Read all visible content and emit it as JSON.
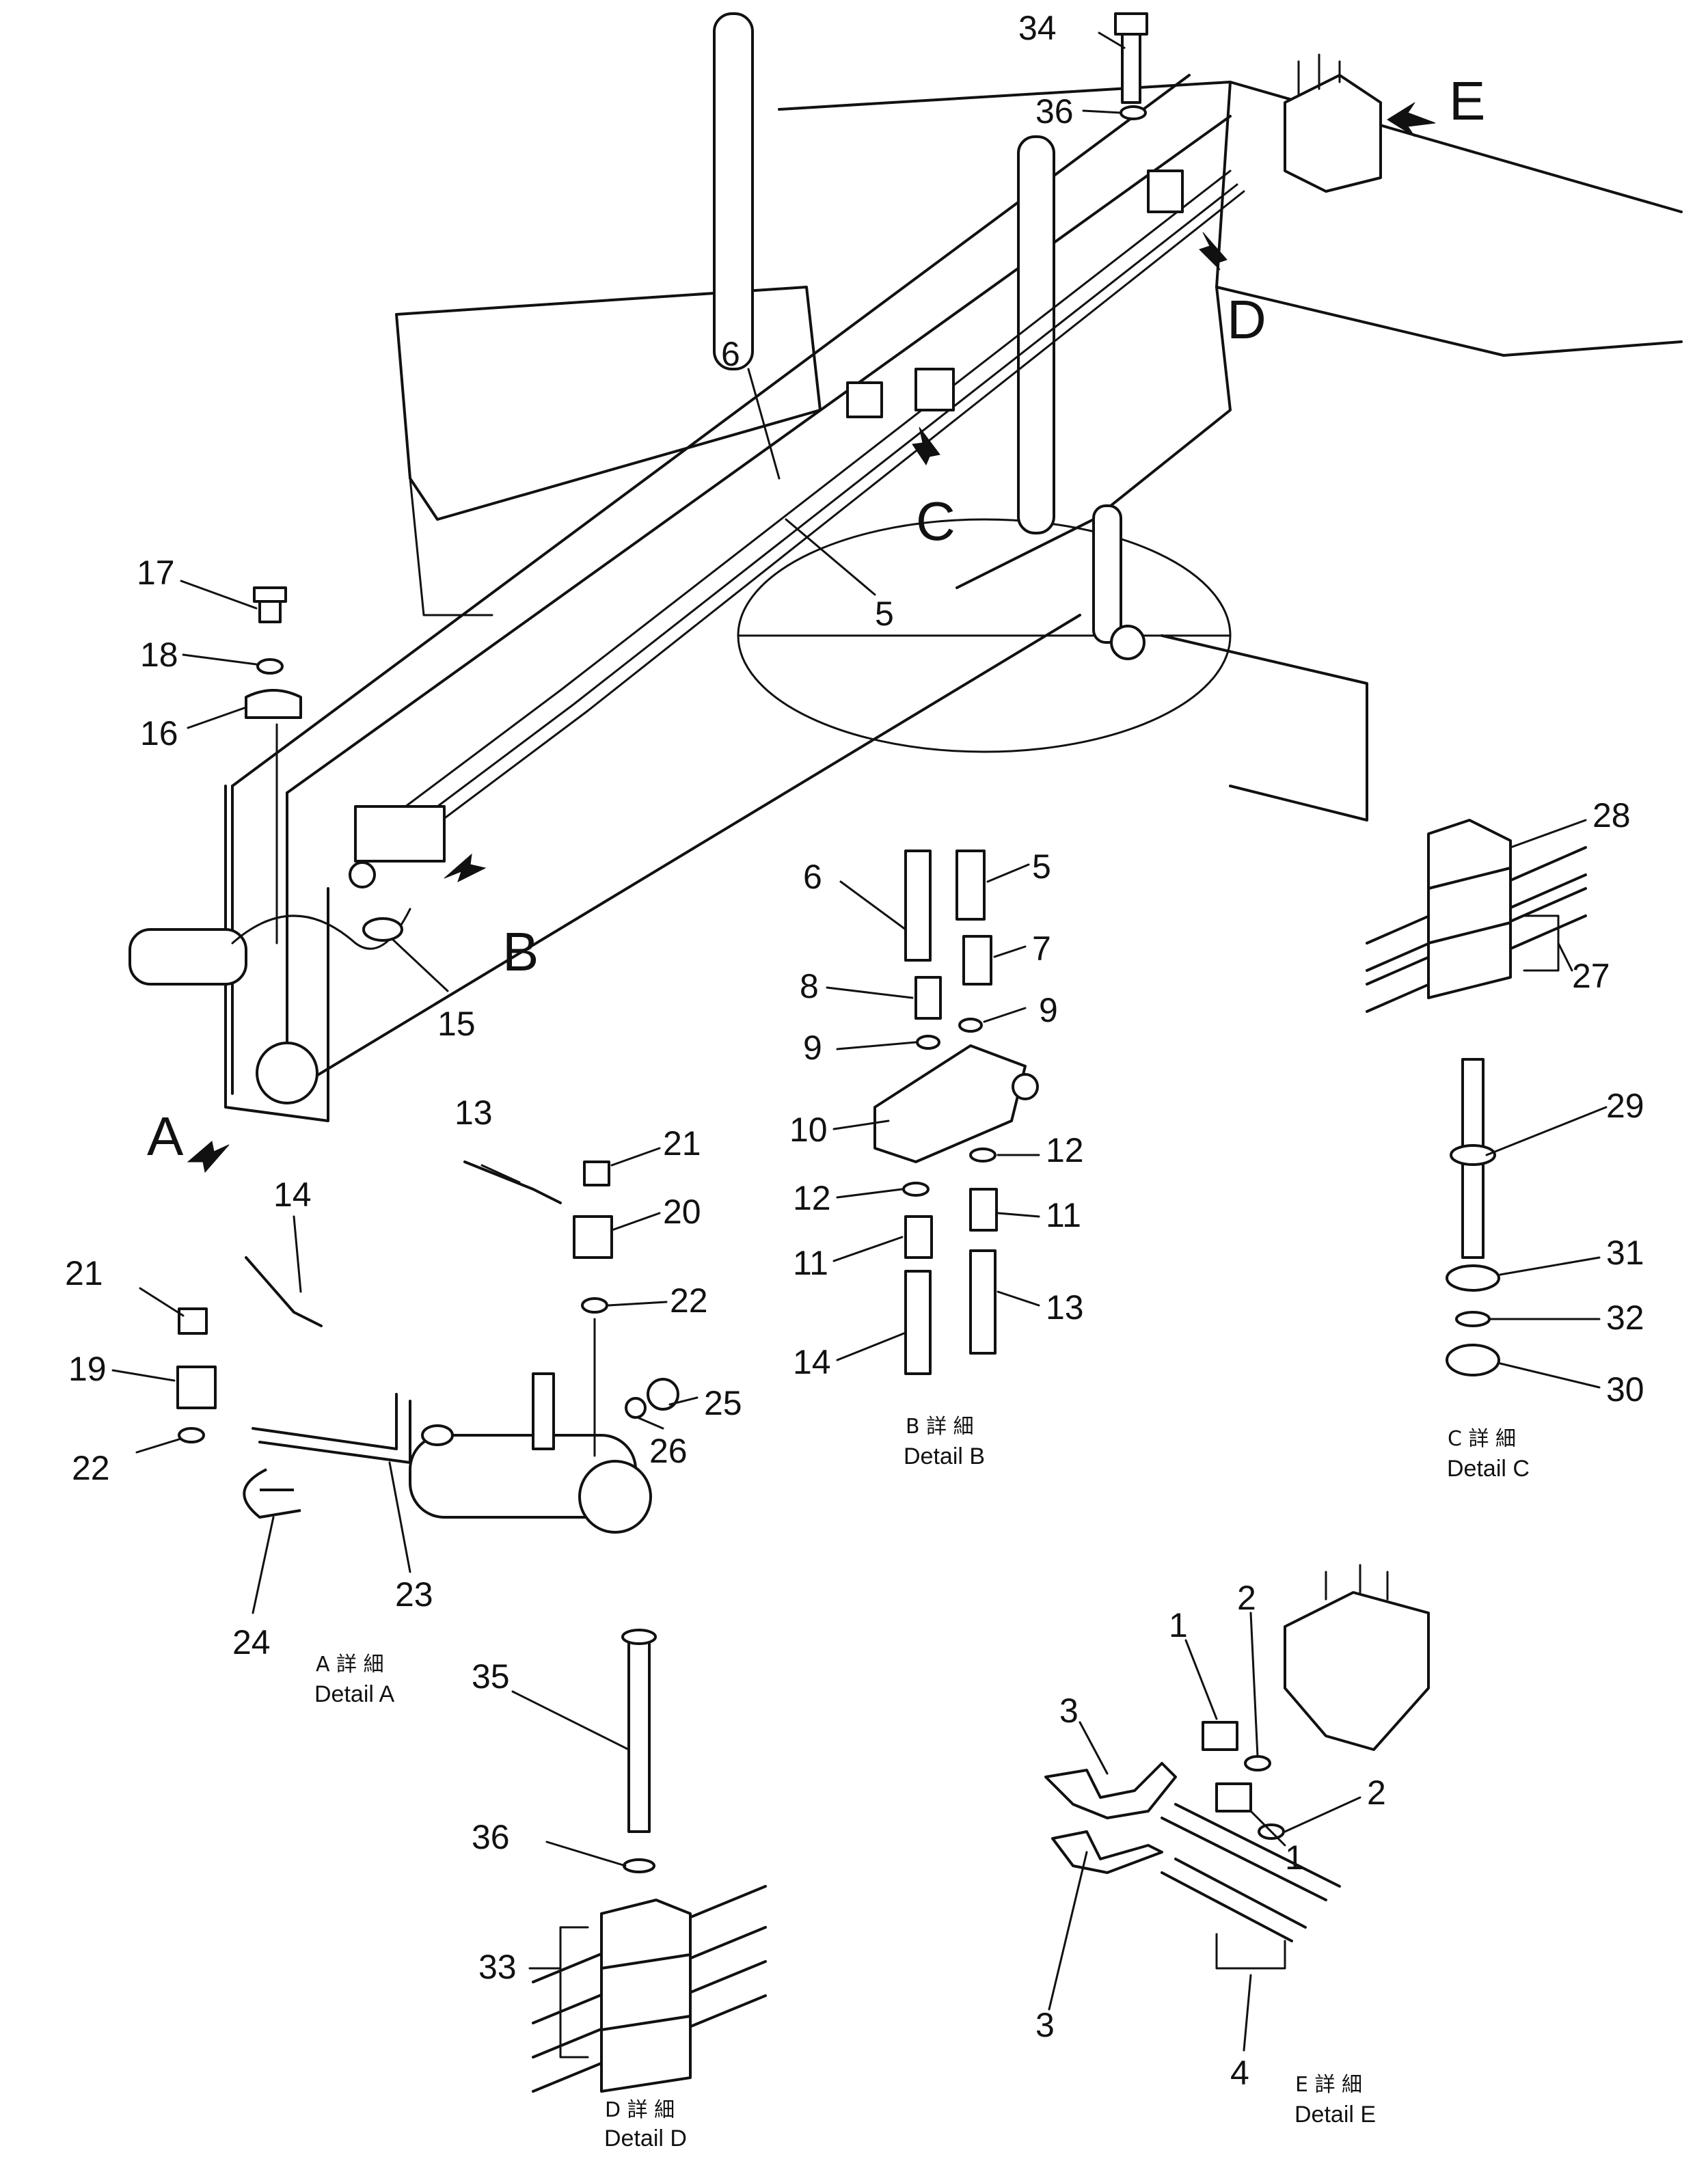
{
  "drawing": {
    "detail_letters": [
      "A",
      "B",
      "C",
      "D",
      "E"
    ],
    "part_numbers": [
      "1",
      "2",
      "3",
      "4",
      "5",
      "6",
      "7",
      "8",
      "9",
      "10",
      "11",
      "12",
      "13",
      "14",
      "15",
      "16",
      "17",
      "18",
      "19",
      "20",
      "21",
      "22",
      "23",
      "24",
      "25",
      "26",
      "27",
      "28",
      "29",
      "30",
      "31",
      "32",
      "33",
      "34",
      "35",
      "36"
    ],
    "captions": {
      "A": {
        "jp": "A 詳 細",
        "en": "Detail  A"
      },
      "B": {
        "jp": "B 詳 細",
        "en": "Detail  B"
      },
      "C": {
        "jp": "C 詳 細",
        "en": "Detail  C"
      },
      "D": {
        "jp": "D 詳 細",
        "en": "Detail  D"
      },
      "E": {
        "jp": "E 詳 細",
        "en": "Detail  E"
      }
    },
    "colors": {
      "ink": "#111111",
      "paper": "#ffffff"
    }
  }
}
